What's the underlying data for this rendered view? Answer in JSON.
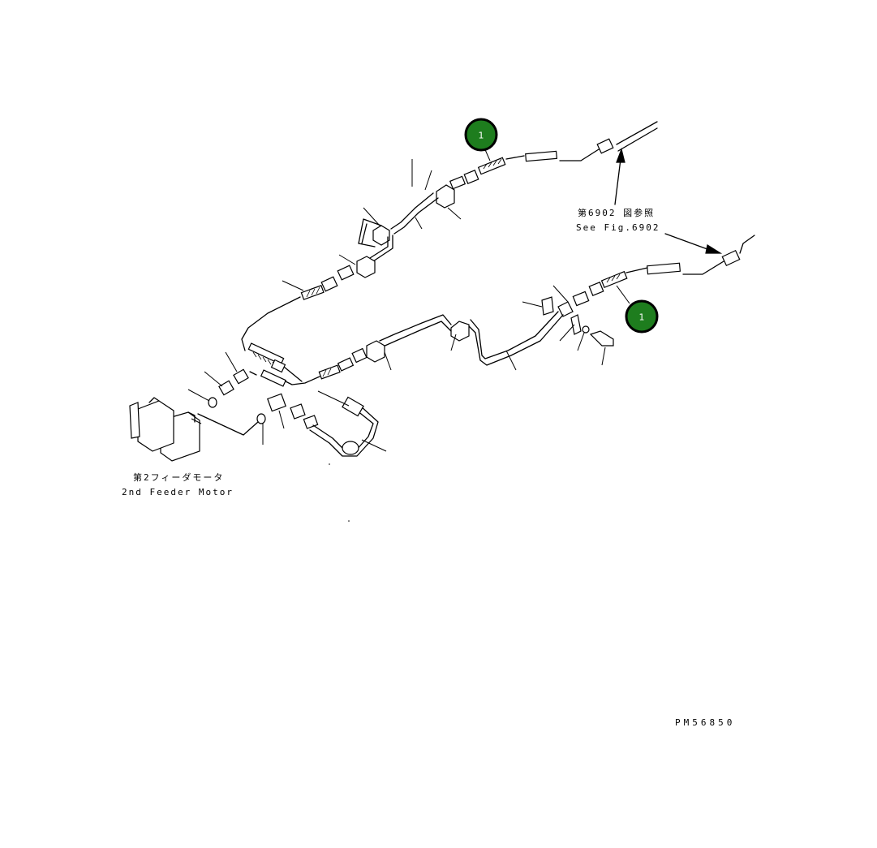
{
  "callouts": [
    {
      "number": "1"
    },
    {
      "number": "1"
    }
  ],
  "reference": {
    "japanese": "第6902 図参照",
    "english": "See Fig.6902"
  },
  "motor": {
    "japanese": "第2フィーダモータ",
    "english": "2nd Feeder Motor"
  },
  "drawing_id": "PM56850",
  "colors": {
    "callout_fill": "#1e7d1e",
    "line": "#000000",
    "background": "#ffffff"
  }
}
